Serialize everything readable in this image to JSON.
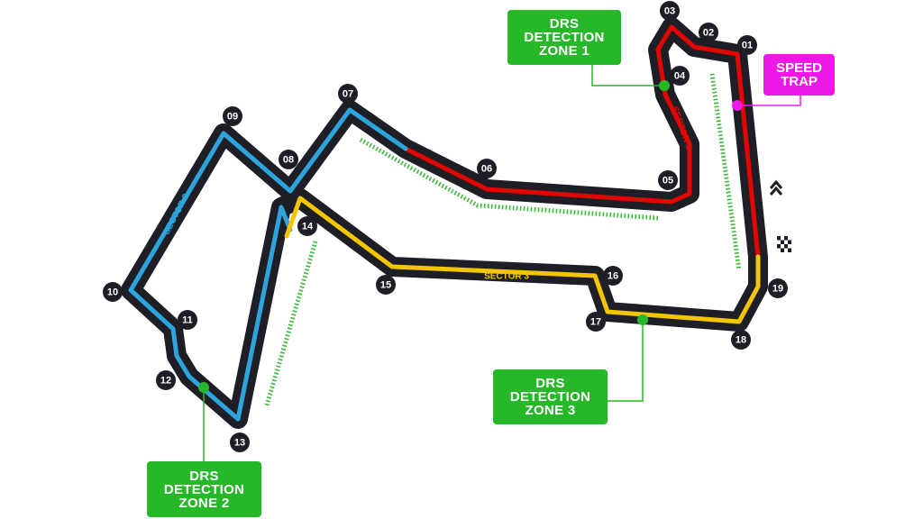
{
  "circuit": {
    "corners": [
      "01",
      "02",
      "03",
      "04",
      "05",
      "06",
      "07",
      "08",
      "09",
      "10",
      "11",
      "12",
      "13",
      "14",
      "15",
      "16",
      "17",
      "18",
      "19"
    ],
    "sectors": [
      {
        "label": "SECTOR 1",
        "color": "#e10600"
      },
      {
        "label": "SECTOR 2",
        "color": "#2ea4dc"
      },
      {
        "label": "SECTOR 3",
        "color": "#f2c500"
      }
    ],
    "drs_color": "#27b829",
    "speed_trap_color": "#ee19e8"
  },
  "labels": {
    "drs1": {
      "lines": [
        "DRS",
        "DETECTION",
        "ZONE 1"
      ]
    },
    "drs2": {
      "lines": [
        "DRS",
        "DETECTION",
        "ZONE 2"
      ]
    },
    "drs3": {
      "lines": [
        "DRS",
        "DETECTION",
        "ZONE 3"
      ]
    },
    "speed_trap": {
      "lines": [
        "SPEED",
        "TRAP"
      ]
    }
  },
  "icons": {
    "start_finish": "checkered-flag-icon",
    "direction": "double-chevron-up-icon"
  }
}
